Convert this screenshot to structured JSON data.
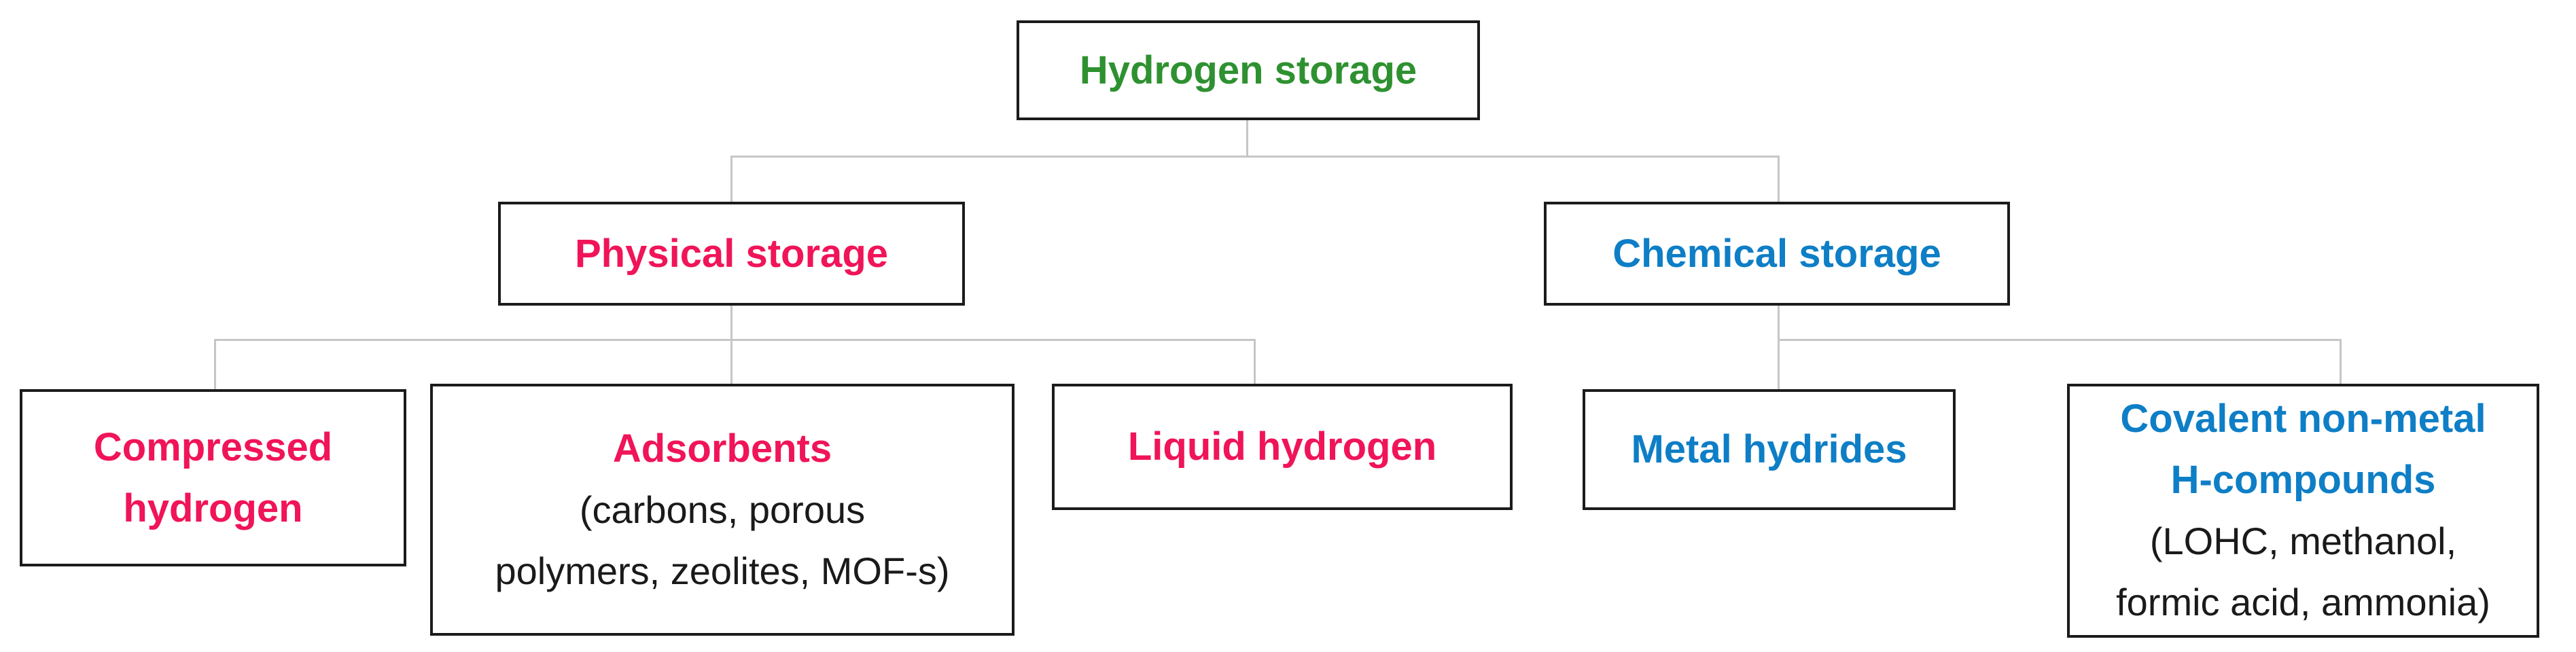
{
  "colors": {
    "root": "#2e9130",
    "physical": "#f01458",
    "chemical": "#0e7ec6",
    "text": "#1a1a1a",
    "border": "#1b1b1b",
    "connector": "#c6c6c6",
    "bg": "#ffffff"
  },
  "diagram": {
    "root": {
      "label": "Hydrogen storage"
    },
    "physical": {
      "label": "Physical storage"
    },
    "chemical": {
      "label": "Chemical storage"
    },
    "compressed": {
      "title_lines": [
        "Compressed",
        "hydrogen"
      ]
    },
    "adsorbents": {
      "title": "Adsorbents",
      "subtitle_lines": [
        "(carbons, porous",
        "polymers, zeolites, MOF-s)"
      ]
    },
    "liquid": {
      "label": "Liquid hydrogen"
    },
    "metal": {
      "label": "Metal hydrides"
    },
    "covalent": {
      "title_lines": [
        "Covalent non-metal",
        "H-compounds"
      ],
      "subtitle_lines": [
        "(LOHC, methanol,",
        "formic acid, ammonia)"
      ]
    }
  }
}
